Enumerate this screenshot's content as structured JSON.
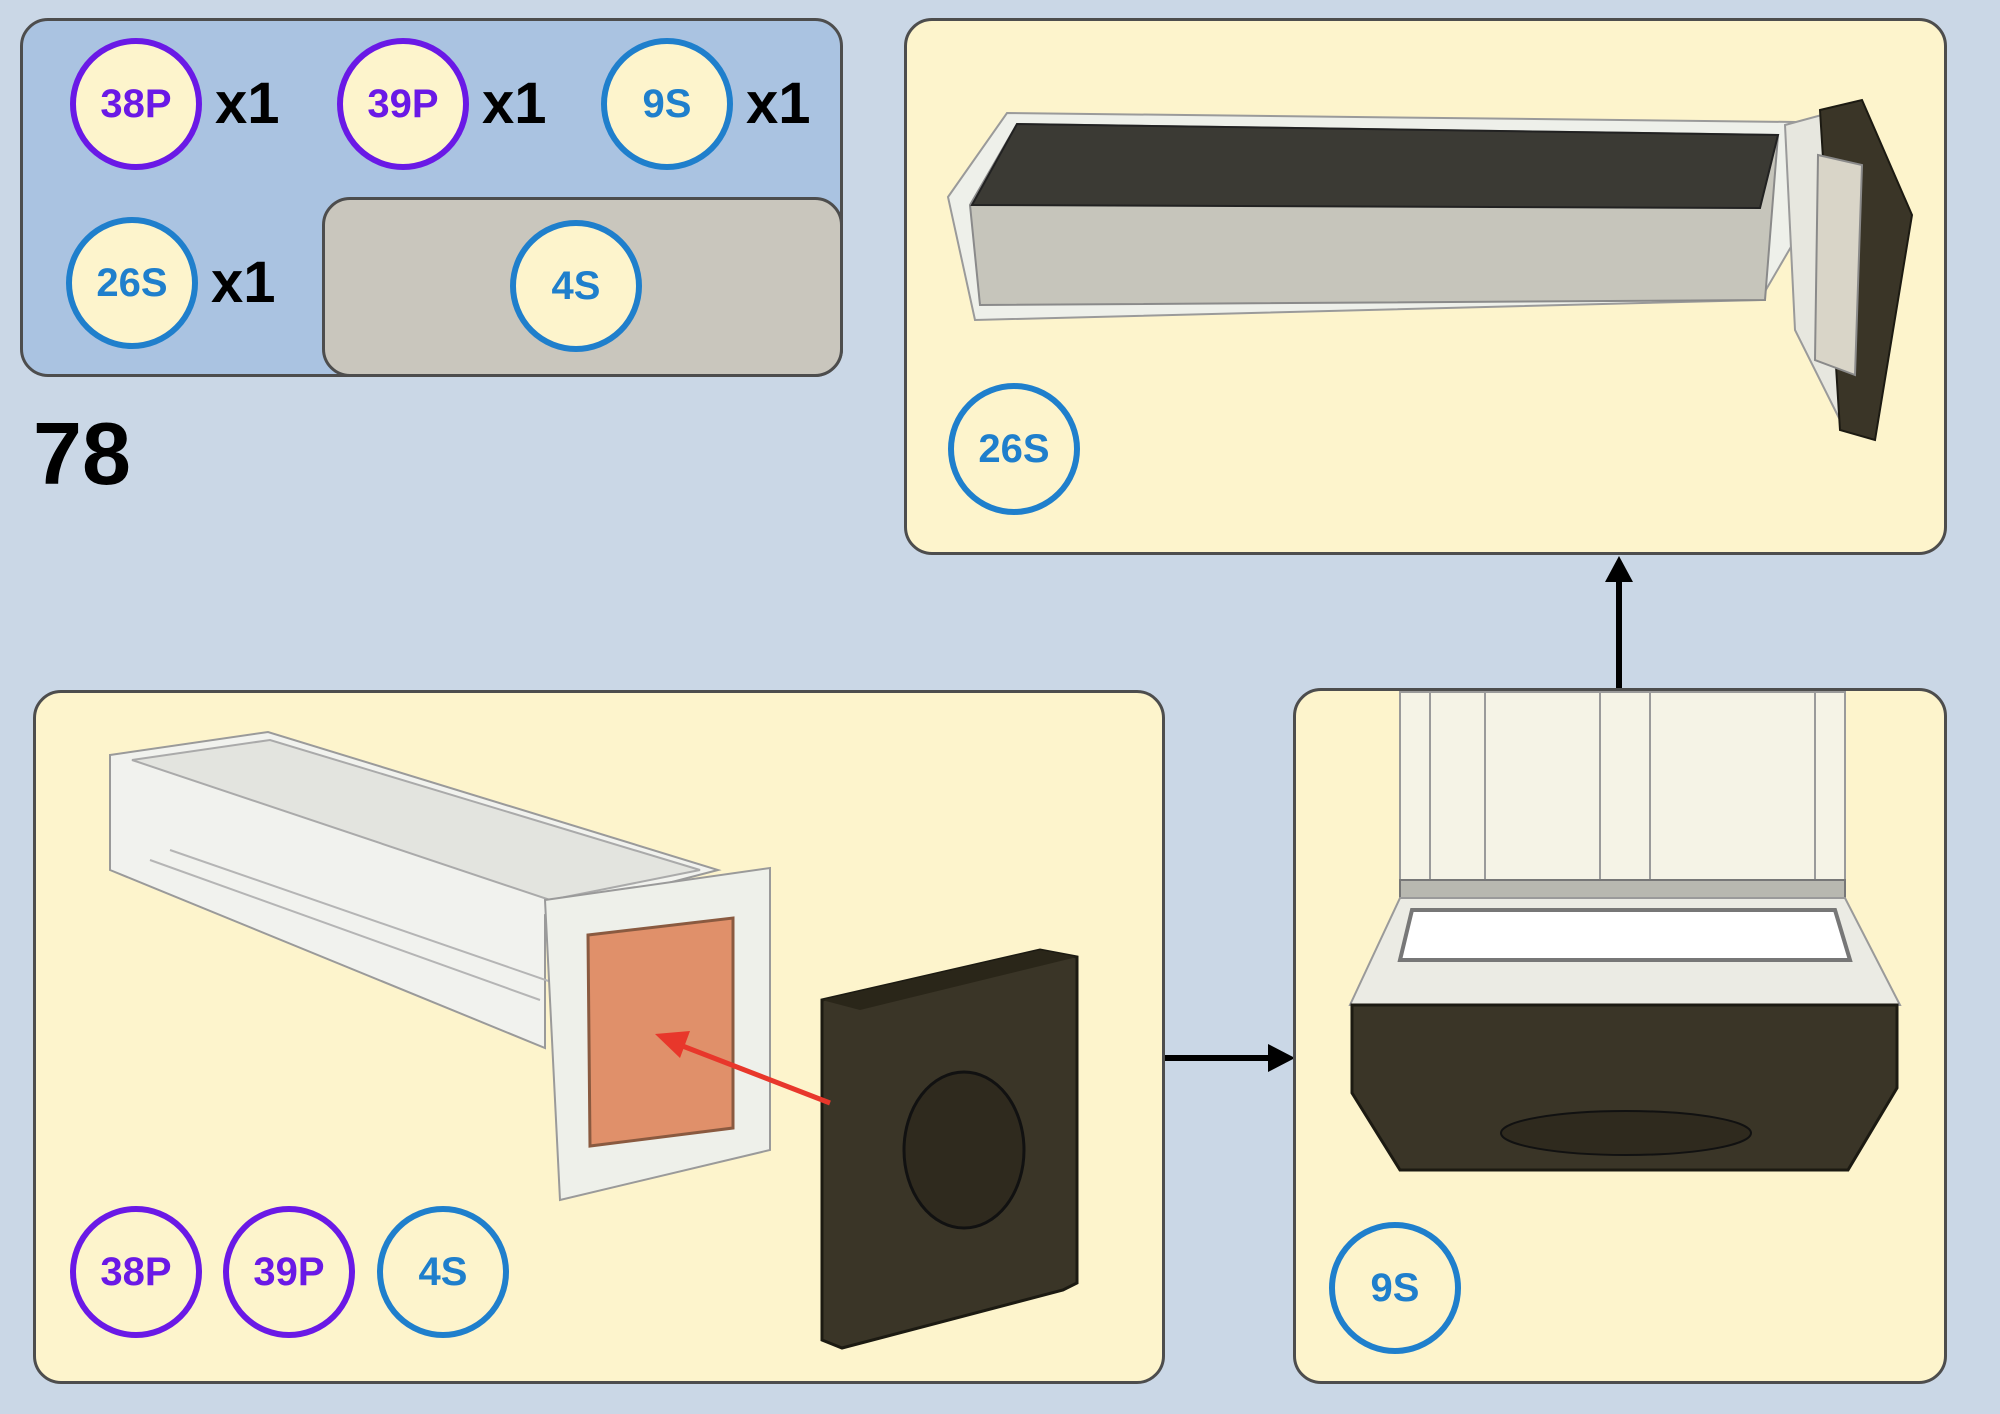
{
  "step_number": "78",
  "parts": [
    {
      "label": "38P",
      "qty": "x1"
    },
    {
      "label": "39P",
      "qty": "x1"
    },
    {
      "label": "9S",
      "qty": "x1"
    },
    {
      "label": "26S",
      "qty": "x1"
    }
  ],
  "subassembly": {
    "label": "4S"
  },
  "step_a": {
    "labels": [
      "38P",
      "39P",
      "4S"
    ]
  },
  "step_b": {
    "label": "9S"
  },
  "result": {
    "label": "26S"
  },
  "colors": {
    "background": "#cad7e6",
    "parts_panel": "#aac3e1",
    "subassembly_box": "#c9c6bd",
    "panel": "#fdf4cc",
    "purple_badge": "#6a19e6",
    "blue_badge": "#1f7fcc",
    "dark_cover": "#2f2a1e",
    "copper_plate": "#e0906a",
    "red_arrow": "#e8372b"
  }
}
